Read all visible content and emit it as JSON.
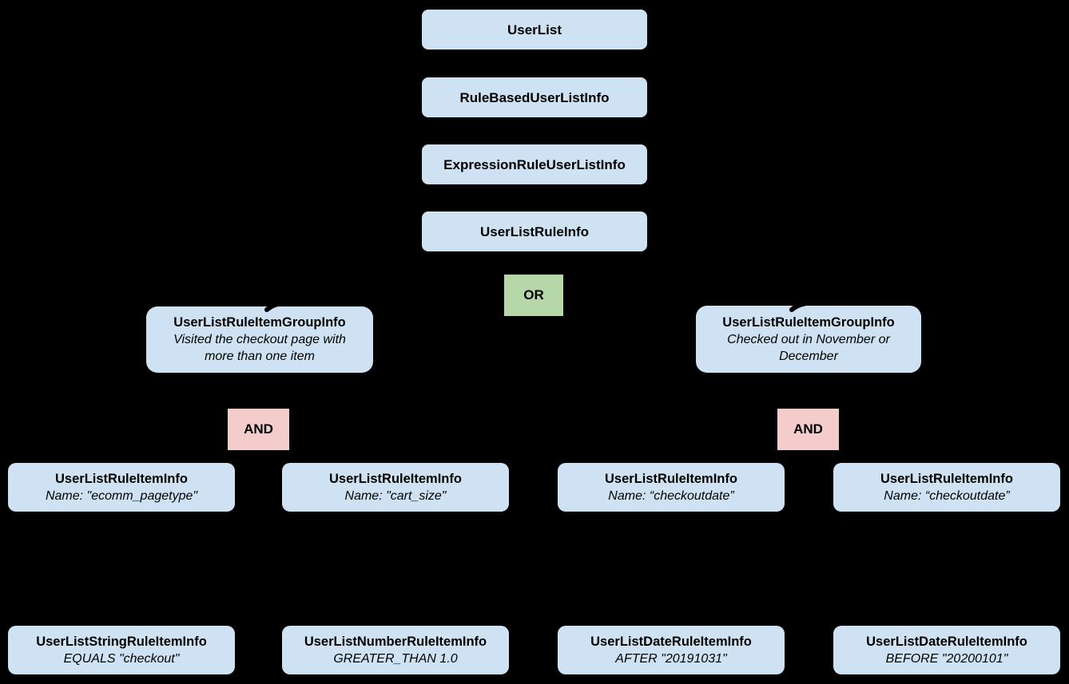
{
  "diagram": {
    "background_color": "#000000",
    "colors": {
      "node_fill": "#cfe2f3",
      "or_fill": "#b6d7a8",
      "and_fill": "#f4cccc",
      "text": "#000000"
    },
    "chain": [
      {
        "label": "UserList"
      },
      {
        "label": "RuleBasedUserListInfo"
      },
      {
        "label": "ExpressionRuleUserListInfo"
      },
      {
        "label": "UserListRuleInfo"
      }
    ],
    "operators": {
      "or_label": "OR",
      "and_left_label": "AND",
      "and_right_label": "AND"
    },
    "groups": [
      {
        "title": "UserListRuleItemGroupInfo",
        "description": "Visited the checkout page with more than one item"
      },
      {
        "title": "UserListRuleItemGroupInfo",
        "description": "Checked out in November or December"
      }
    ],
    "rule_items": [
      {
        "title": "UserListRuleItemInfo",
        "subtitle": "Name: \"ecomm_pagetype\""
      },
      {
        "title": "UserListRuleItemInfo",
        "subtitle": "Name: \"cart_size\""
      },
      {
        "title": "UserListRuleItemInfo",
        "subtitle": "Name: “checkoutdate”"
      },
      {
        "title": "UserListRuleItemInfo",
        "subtitle": "Name: “checkoutdate”"
      }
    ],
    "operand_items": [
      {
        "title": "UserListStringRuleItemInfo",
        "subtitle": "EQUALS \"checkout\""
      },
      {
        "title": "UserListNumberRuleItemInfo",
        "subtitle": "GREATER_THAN 1.0"
      },
      {
        "title": "UserListDateRuleItemInfo",
        "subtitle": "AFTER \"20191031\""
      },
      {
        "title": "UserListDateRuleItemInfo",
        "subtitle": "BEFORE \"20200101\""
      }
    ]
  }
}
